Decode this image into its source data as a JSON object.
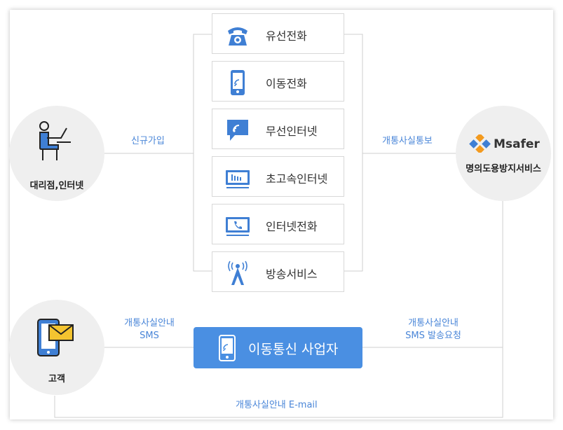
{
  "services": [
    {
      "label": "유선전화",
      "icon": "telephone-icon"
    },
    {
      "label": "이동전화",
      "icon": "mobile-phone-icon"
    },
    {
      "label": "무선인터넷",
      "icon": "wireless-internet-icon"
    },
    {
      "label": "초고속인터넷",
      "icon": "broadband-monitor-icon"
    },
    {
      "label": "인터넷전화",
      "icon": "internet-phone-icon"
    },
    {
      "label": "방송서비스",
      "icon": "broadcast-tower-icon"
    }
  ],
  "nodes": {
    "agency": "대리점,인터넷",
    "msafer": "명의도용방지서비스",
    "msafer_logo": "Msafer",
    "customer": "고객",
    "carrier": "이동통신 사업자"
  },
  "edges": {
    "signup": "신규가입",
    "notify": "개통사실통보",
    "sms_left_1": "개통사실안내",
    "sms_left_2": "SMS",
    "sms_right_1": "개통사실안내",
    "sms_right_2": "SMS 발송요청",
    "email": "개통사실안내 E-mail"
  },
  "colors": {
    "accent": "#4a8fe2",
    "icon_blue": "#3f7fd4",
    "line": "#cfcfcf"
  }
}
